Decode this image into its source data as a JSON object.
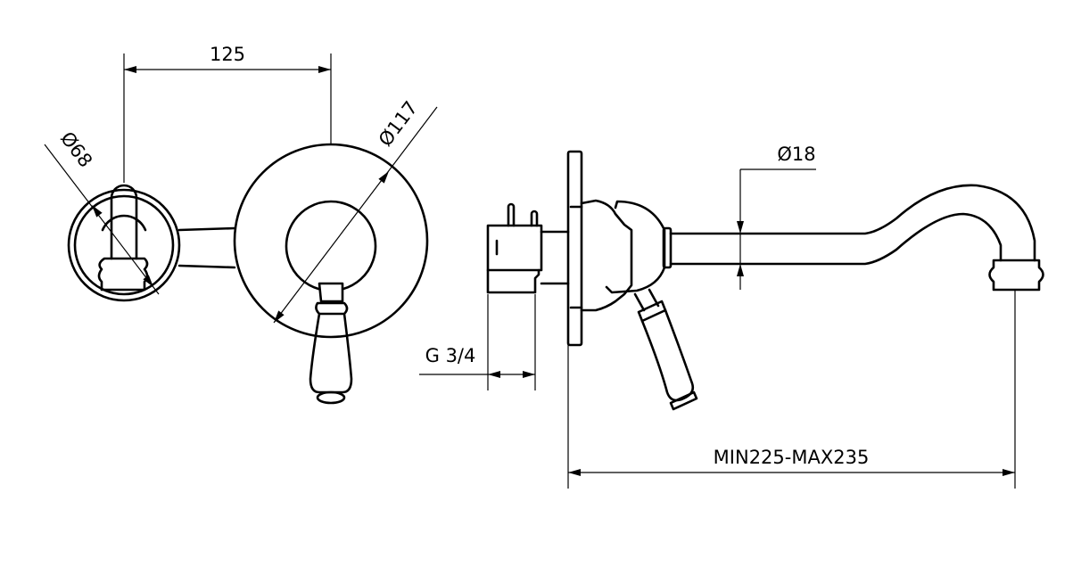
{
  "dimensions": {
    "center_distance": "125",
    "escutcheon_diameter": "Ø117",
    "spout_rosette_diameter": "Ø68",
    "spout_pipe_diameter": "Ø18",
    "thread": "G 3/4",
    "projection": "MIN225-MAX235"
  }
}
